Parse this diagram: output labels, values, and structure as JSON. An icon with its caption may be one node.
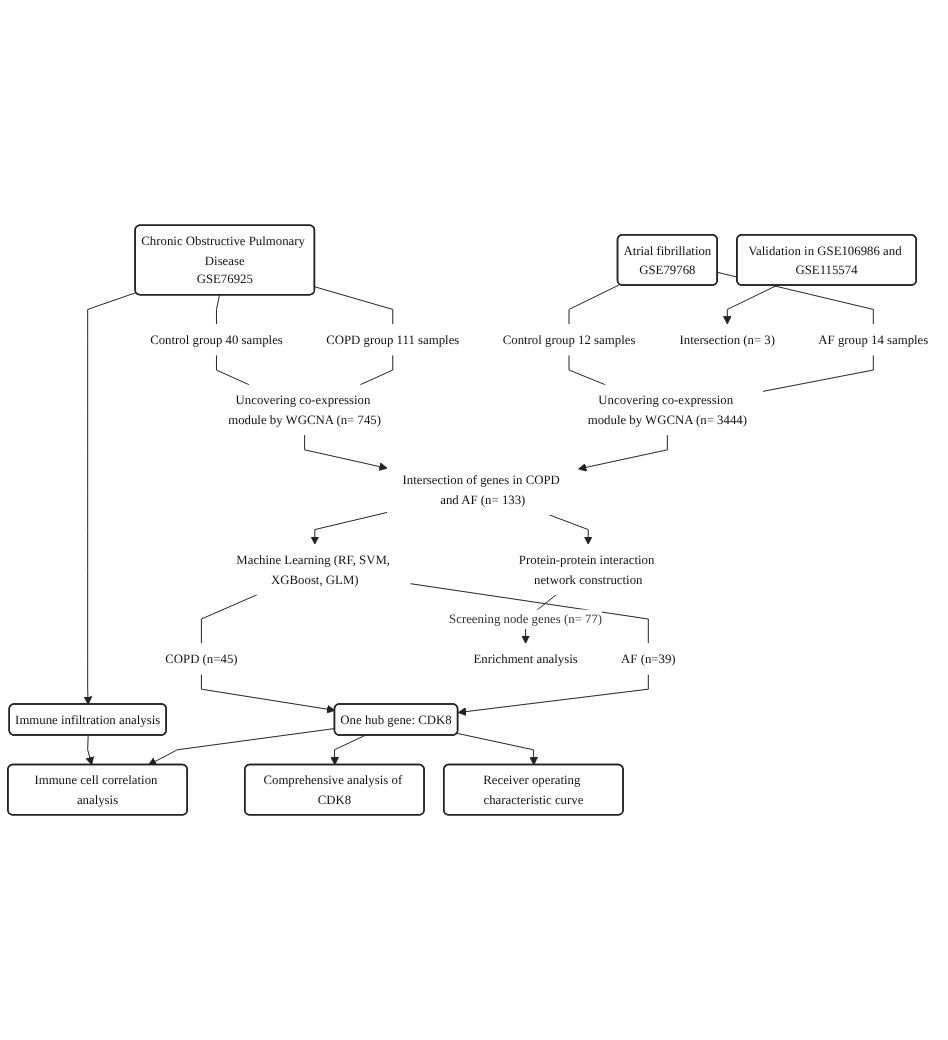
{
  "diagram": {
    "nodes": [
      {
        "text": [
          "Chronic Obstructive Pulmonary Disease",
          "GSE76925"
        ]
      },
      {
        "text": [
          "Atrial fibrillation",
          "GSE79768"
        ]
      },
      {
        "text": [
          "Control group 40 samples"
        ]
      },
      {
        "text": [
          "COPD group 111 samples"
        ]
      },
      {
        "text": [
          "Control group 12 samples"
        ]
      },
      {
        "text": [
          "AF group 14 samples"
        ]
      },
      {
        "text": [
          "Uncovering co-expression module by WGCNA (n= 745)"
        ]
      },
      {
        "text": [
          "Uncovering co-expression module by WGCNA (n= 3444)"
        ]
      },
      {
        "text": [
          "Immune infiltration analysis"
        ]
      },
      {
        "text": [
          "Intersection of genes in COPD and AF (n= 133)"
        ]
      },
      {
        "text": [
          "Machine Learning (RF, SVM, XGBoost, GLM)"
        ]
      },
      {
        "text": [
          "Protein-protein interaction network construction"
        ]
      },
      {
        "text": [
          "COPD (n=45)"
        ]
      },
      {
        "text": [
          "AF (n=39)"
        ]
      },
      {
        "text": [
          "Enrichment analysis"
        ]
      },
      {
        "text": [
          "Intersection (n= 3)"
        ]
      },
      {
        "text": [
          "Validation in GSE106986 and GSE115574"
        ]
      },
      {
        "text": [
          "One hub gene: CDK8"
        ]
      },
      {
        "text": [
          "Immune cell correlation analysis"
        ]
      },
      {
        "text": [
          "Comprehensive analysis of CDK8"
        ]
      },
      {
        "text": [
          "Receiver operating characteristic curve"
        ]
      }
    ],
    "edges": [
      {
        "from": 0,
        "to": 2,
        "arrow": "none"
      },
      {
        "from": 0,
        "to": 3,
        "arrow": "none"
      },
      {
        "from": 1,
        "to": 4,
        "arrow": "none"
      },
      {
        "from": 1,
        "to": 5,
        "arrow": "none"
      },
      {
        "from": 2,
        "to": 6,
        "arrow": "none"
      },
      {
        "from": 3,
        "to": 6,
        "arrow": "none"
      },
      {
        "from": 4,
        "to": 7,
        "arrow": "none"
      },
      {
        "from": 5,
        "to": 7,
        "arrow": "none"
      },
      {
        "from": 0,
        "to": 8,
        "arrow": "to"
      },
      {
        "from": 6,
        "to": 9,
        "arrow": "to"
      },
      {
        "from": 7,
        "to": 9,
        "arrow": "to"
      },
      {
        "from": 9,
        "to": 10,
        "arrow": "to"
      },
      {
        "from": 9,
        "to": 11,
        "arrow": "to"
      },
      {
        "from": 10,
        "to": 12,
        "arrow": "none"
      },
      {
        "from": 10,
        "to": 13,
        "arrow": "none"
      },
      {
        "from": 11,
        "to": 14,
        "arrow": "to",
        "label": "Screening node genes (n= 77)"
      },
      {
        "from": 12,
        "to": 17,
        "arrow": "to"
      },
      {
        "from": 13,
        "to": 17,
        "arrow": "to"
      },
      {
        "from": 16,
        "to": 15,
        "arrow": "to"
      },
      {
        "from": 8,
        "to": 18,
        "arrow": "to"
      },
      {
        "from": 17,
        "to": 18,
        "arrow": "to"
      },
      {
        "from": 17,
        "to": 19,
        "arrow": "to"
      },
      {
        "from": 17,
        "to": 20,
        "arrow": "to"
      }
    ]
  }
}
